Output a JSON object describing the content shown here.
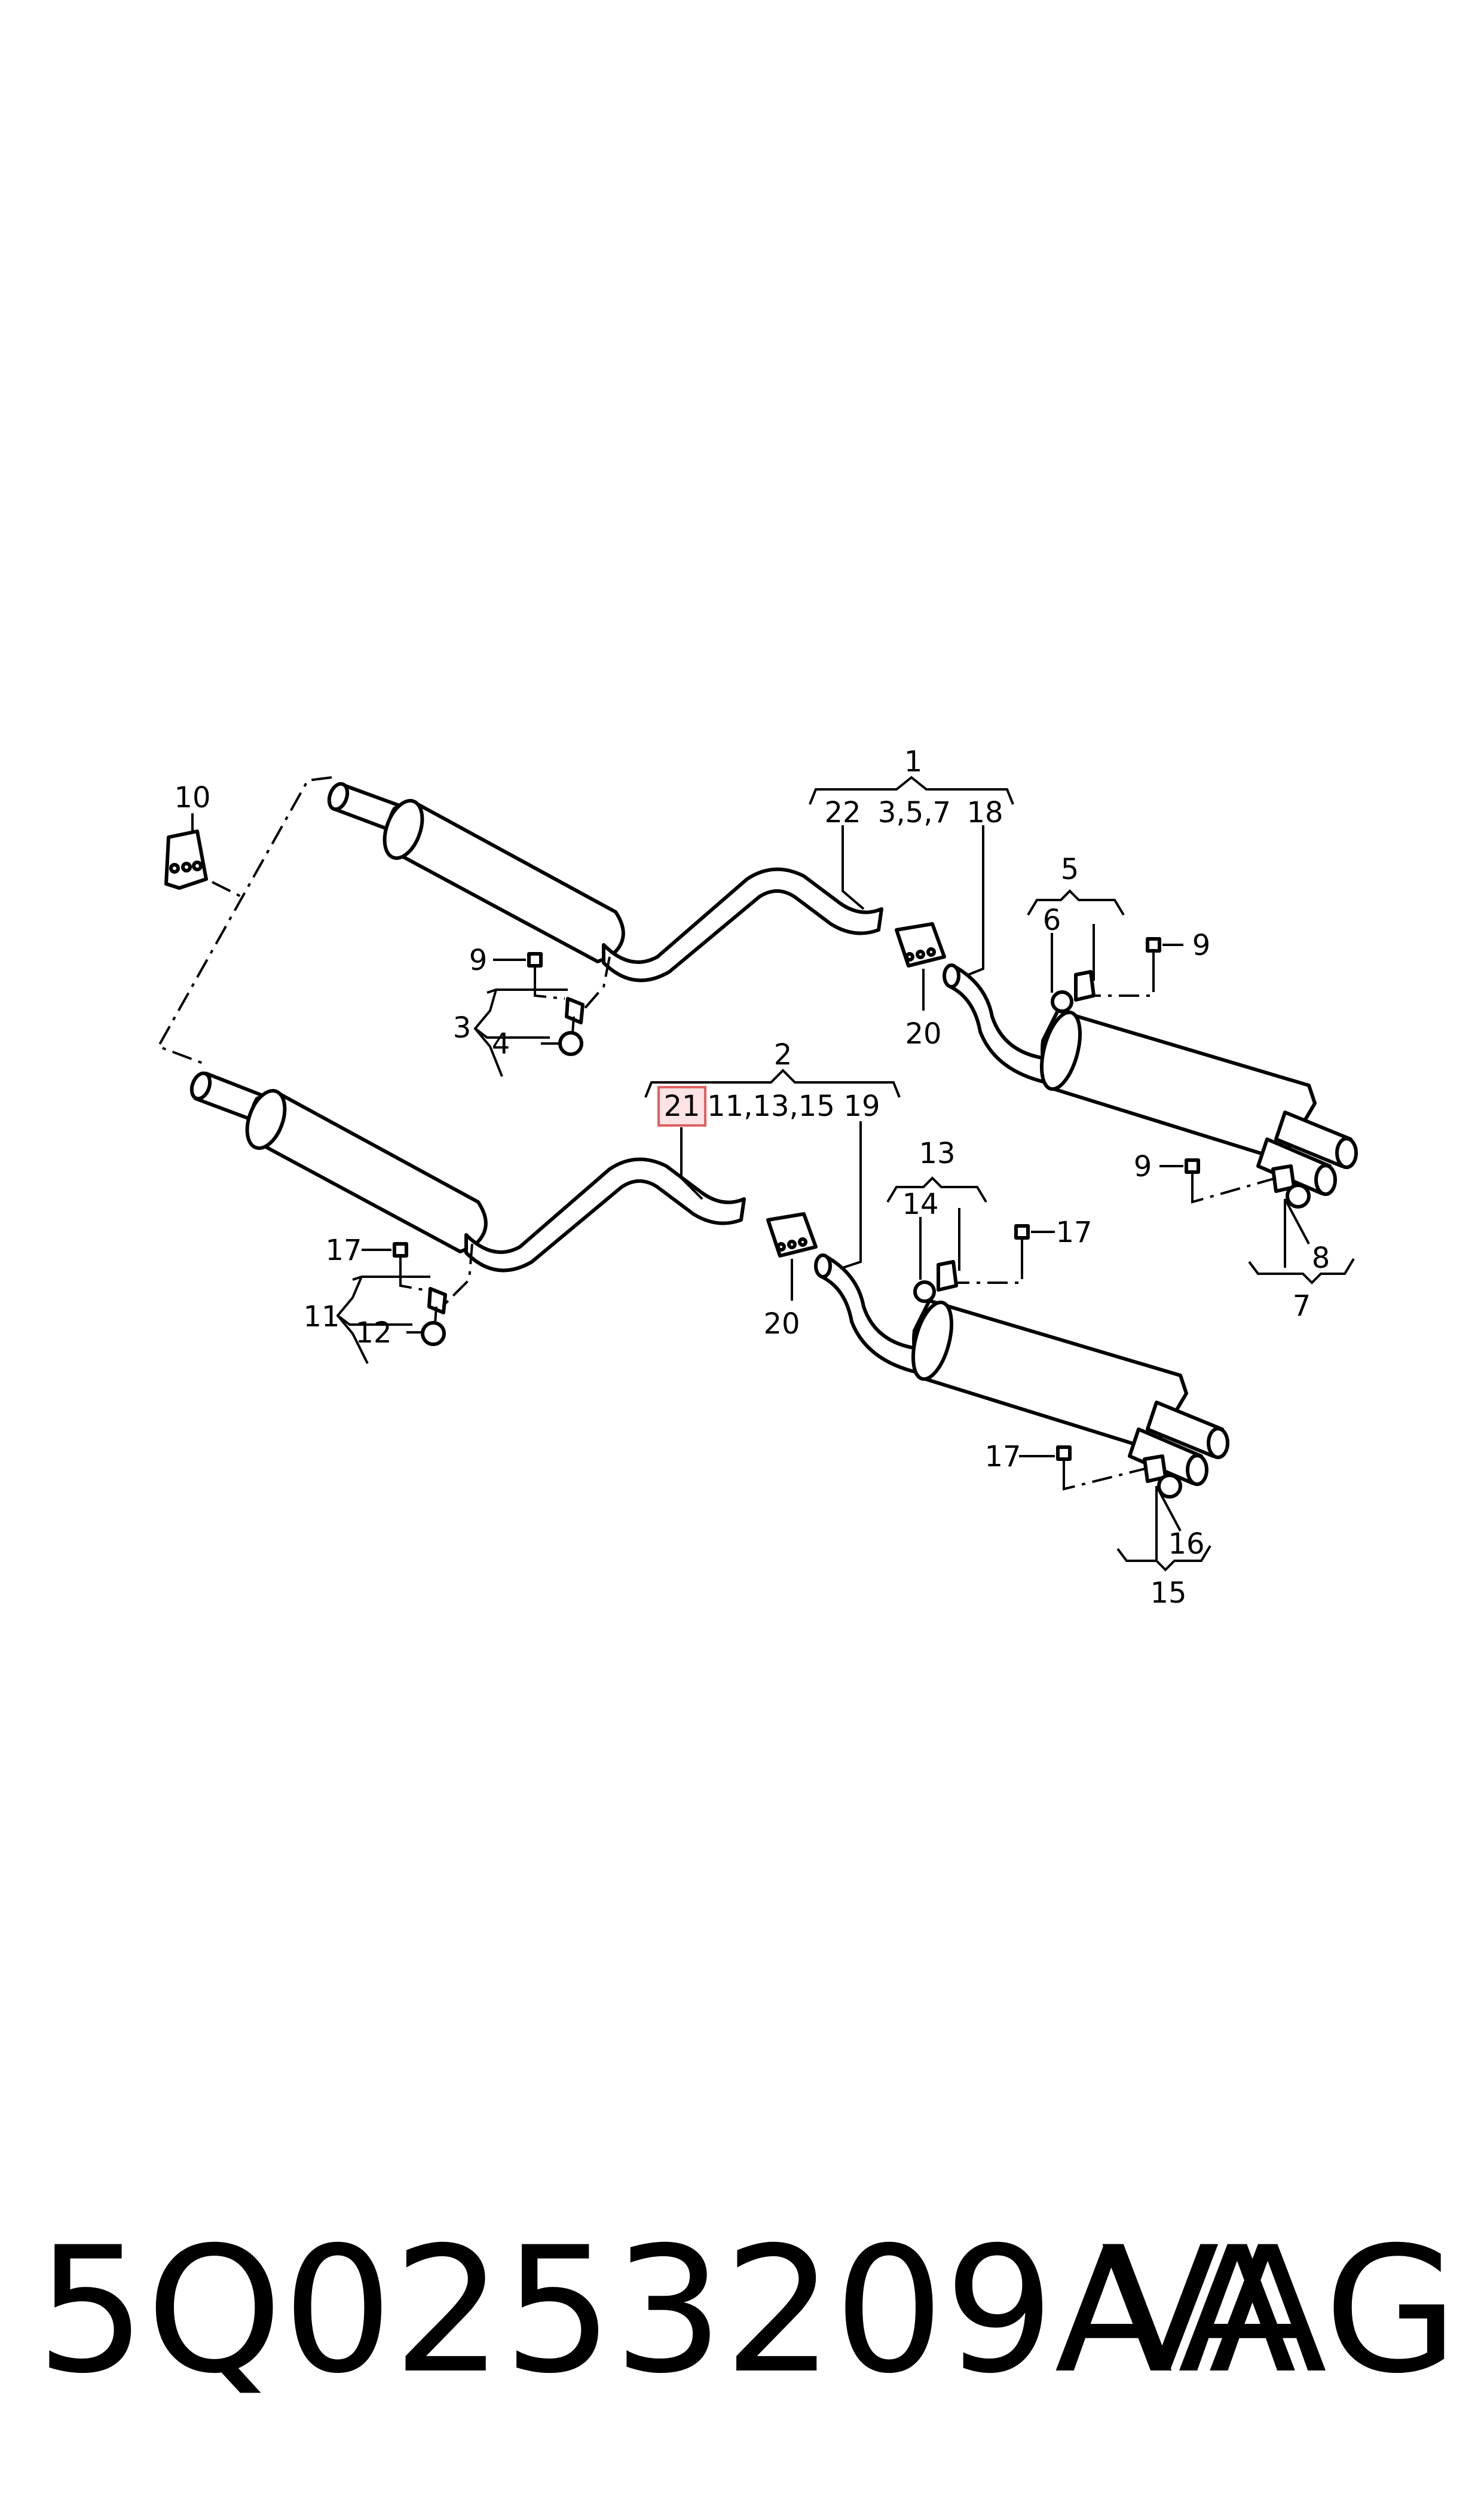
{
  "callouts": {
    "c1": "1",
    "c2": "2",
    "c22": "22",
    "c357": "3,5,7",
    "c18a": "18",
    "c21": "21",
    "c111315": "11,13,15",
    "c19": "19",
    "c10": "10",
    "c9a": "9",
    "c3": "3",
    "c4": "4",
    "c20a": "20",
    "c5": "5",
    "c6": "6",
    "c9b": "9",
    "c9c": "9",
    "c8": "8",
    "c7": "7",
    "c17a": "17",
    "c11": "11",
    "c12": "12",
    "c20b": "20",
    "c13": "13",
    "c14": "14",
    "c17b": "17",
    "c17c": "17",
    "c16": "16",
    "c15": "15"
  },
  "footer": {
    "part_number": "5Q0253209AA",
    "brand": "VAG"
  },
  "colors": {
    "line": "#000000",
    "highlight_fill": "#fde3e3",
    "highlight_border": "#e06060"
  }
}
